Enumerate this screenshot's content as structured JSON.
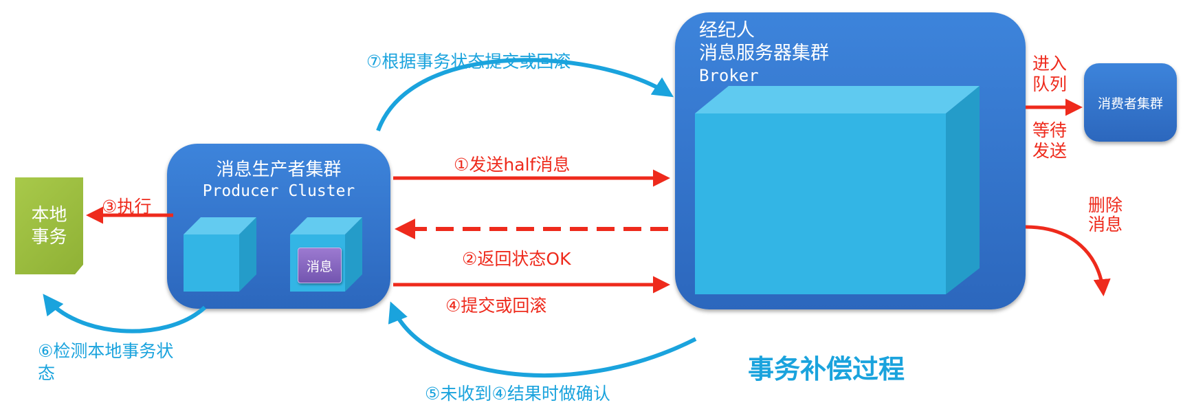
{
  "local_tx": {
    "line1": "本地",
    "line2": "事务"
  },
  "producer": {
    "title": "消息生产者集群",
    "subtitle": "Producer Cluster",
    "message_label": "消息"
  },
  "broker": {
    "line1": "经纪人",
    "line2": "消息服务器集群",
    "line3": "Broker"
  },
  "consumer": {
    "label": "消费者集群"
  },
  "steps": {
    "s1": "①发送half消息",
    "s2": "②返回状态OK",
    "s3": "③执行",
    "s4": "④提交或回滚",
    "s5": "⑤未收到④结果时做确认",
    "s6_line1": "⑥检测本地事务状",
    "s6_line2": "态",
    "s7": "⑦根据事务状态提交或回滚"
  },
  "broker_right": {
    "enqueue_line1": "进入",
    "enqueue_line2": "队列",
    "wait_line1": "等待",
    "wait_line2": "发送",
    "delete_line1": "删除",
    "delete_line2": "消息"
  },
  "compensation_title": "事务补偿过程",
  "colors": {
    "panel_blue": "#2f6fc8",
    "cube_cyan": "#35b6e6",
    "red_arrow": "#ee2a1c",
    "blue_arrow": "#1aa3dd",
    "local_green": "#9bbd3f",
    "message_purple": "#8060bf"
  }
}
